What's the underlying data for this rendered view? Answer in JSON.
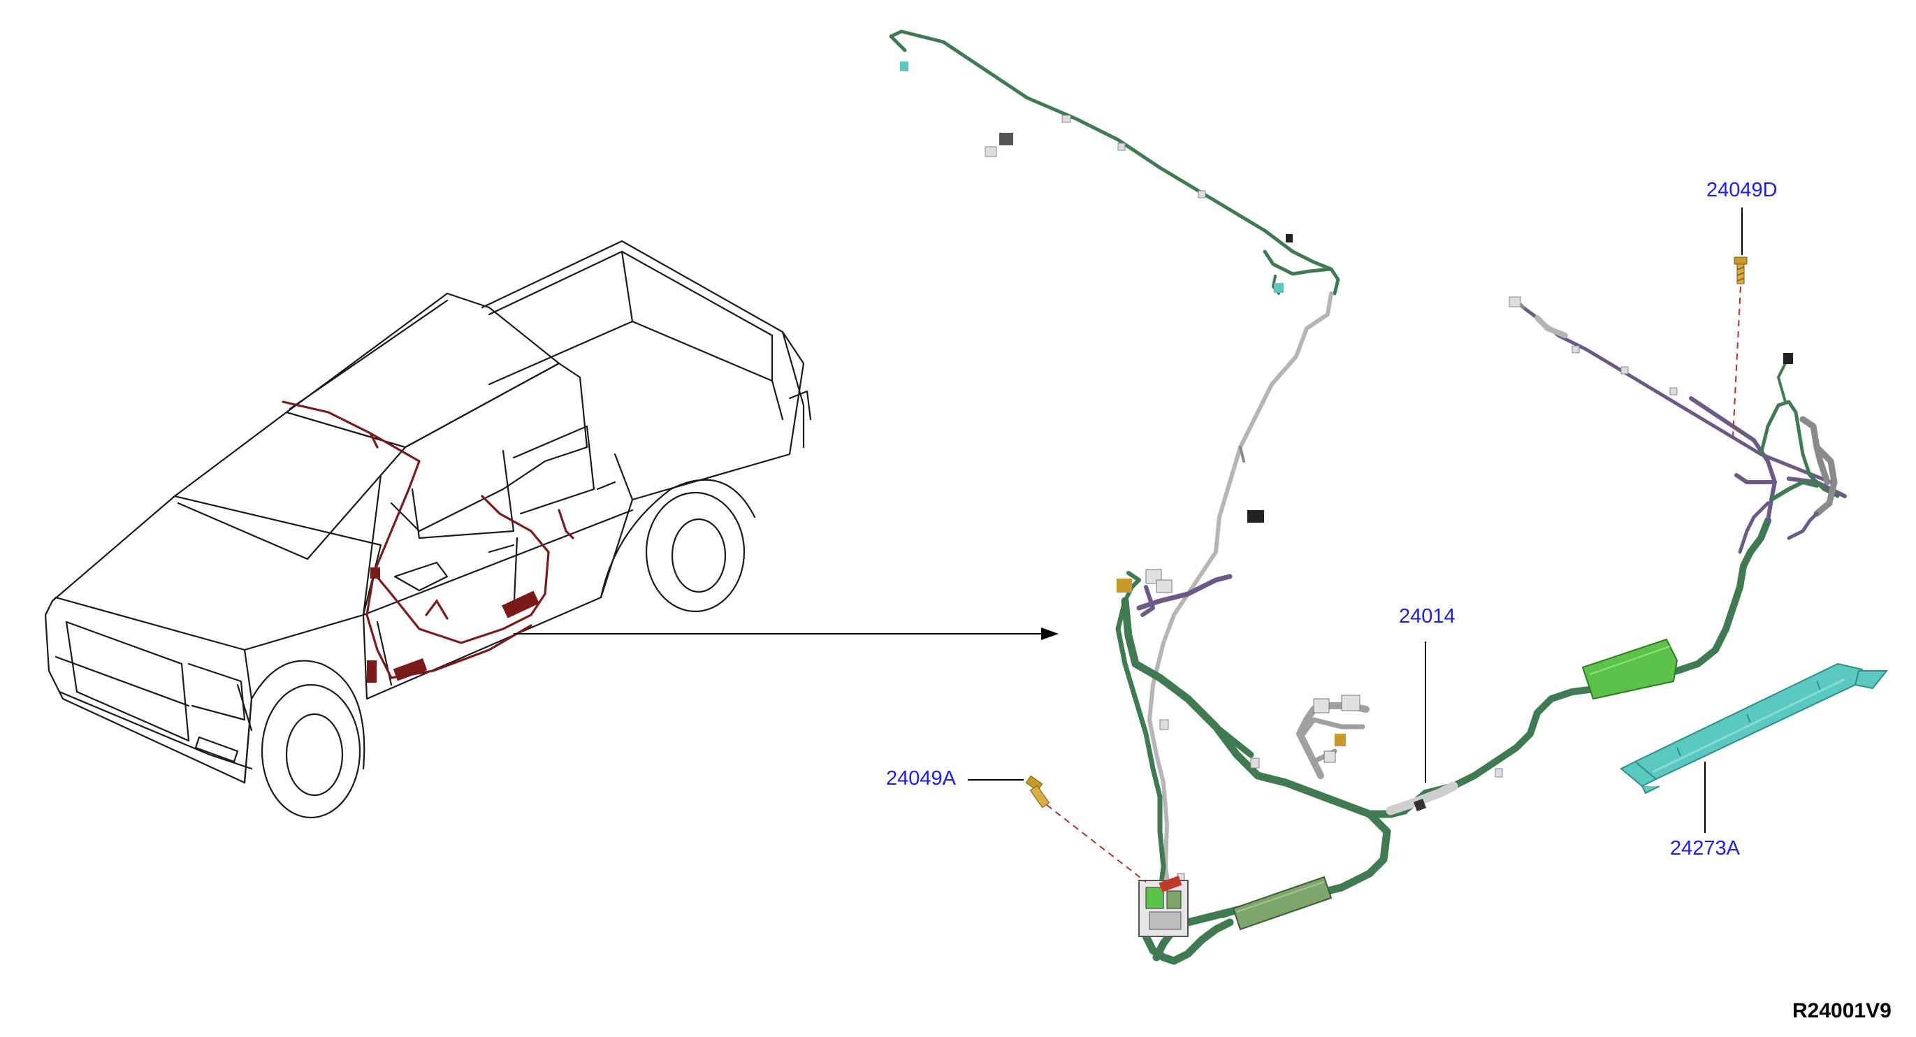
{
  "callouts": {
    "label_24049D": "24049D",
    "label_24014": "24014",
    "label_24049A": "24049A",
    "label_24273A": "24273A"
  },
  "sheet_id": "R24001V9",
  "colors": {
    "line_art": "#1a1a1a",
    "harness_highlight": "#7a1a1a",
    "harness_green": "#3f7a52",
    "harness_gray": "#b5b5b5",
    "harness_purple": "#6b5a86",
    "module_green": "#5bc24a",
    "module_olive": "#7ea56b",
    "cover_teal": "#5bc9c0",
    "bolt_gold": "#c89a2c",
    "callout_blue": "#1e1ee6",
    "leader_dash": "#b03030"
  }
}
